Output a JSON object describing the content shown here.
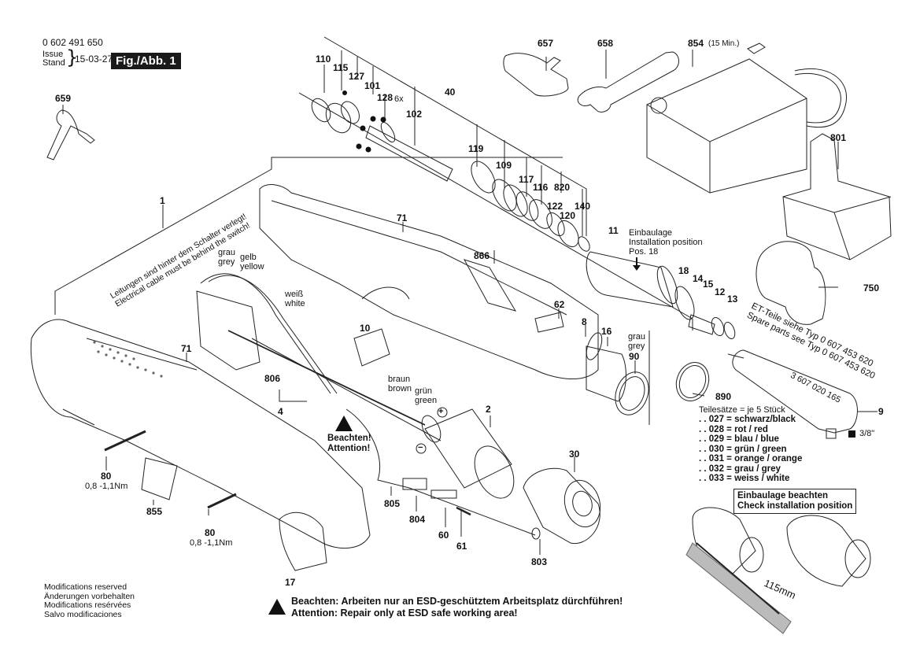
{
  "header": {
    "document_number": "0 602 491 650",
    "issue_label": "Issue",
    "stand_label": "Stand",
    "issue_date": "15-03-27",
    "figure_label": "Fig./Abb. 1"
  },
  "part_labels": {
    "p659": "659",
    "p110": "110",
    "p115": "115",
    "p127": "127",
    "p101": "101",
    "p128": "128",
    "p128_qty": "6x",
    "p102": "102",
    "p40": "40",
    "p119": "119",
    "p109": "109",
    "p117": "117",
    "p116": "116",
    "p820": "820",
    "p122": "122",
    "p120": "120",
    "p140": "140",
    "p657": "657",
    "p658": "658",
    "p854": "854",
    "p854_note": "(15 Min.)",
    "p801": "801",
    "p1": "1",
    "p71a": "71",
    "p71b": "71",
    "p866": "866",
    "p11": "11",
    "p18": "18",
    "p14": "14",
    "p15": "15",
    "p12": "12",
    "p13": "13",
    "p750": "750",
    "p62": "62",
    "p8": "8",
    "p16": "16",
    "p90": "90",
    "p10": "10",
    "p806": "806",
    "p4": "4",
    "p2": "2",
    "p890": "890",
    "p9": "9",
    "p80a": "80",
    "p80b": "80",
    "p855": "855",
    "p30": "30",
    "p805": "805",
    "p804": "804",
    "p60": "60",
    "p61": "61",
    "p803": "803",
    "p17": "17"
  },
  "torque": {
    "screw_a": "0,8 -1,1Nm",
    "screw_b": "0,8 -1,1Nm"
  },
  "wire_notes": {
    "cable_de": "Leitungen sind hinter dem Schalter verlegt!",
    "cable_en": "Electrical cable must be behind the switch!",
    "grau": "grau",
    "grey": "grey",
    "gelb": "gelb",
    "yellow": "yellow",
    "weiss": "weiß",
    "white": "white",
    "braun": "braun",
    "brown": "brown",
    "gruen": "grün",
    "green": "green",
    "plus": "+",
    "minus": "−",
    "attention_de": "Beachten!",
    "attention_en": "Attention!",
    "grau90": "grau",
    "grey90": "grey"
  },
  "install_note": {
    "line1": "Einbaulage",
    "line2": "Installation position",
    "line3": "Pos. 18"
  },
  "spare_parts": {
    "line_de": "ET-Teile siehe   Typ  0 607 453 620",
    "line_en": "Spare parts see Typ  0 607 453 620",
    "part_number": "3 607 020 165",
    "drive_size": "3/8\""
  },
  "part_sets": {
    "title": "Teilesätze = je 5 Stück",
    "items": [
      ". . 027 = schwarz/black",
      ". . 028 = rot / red",
      ". . 029 = blau / blue",
      ". . 030 = grün / green",
      ". . 031 = orange / orange",
      ". . 032 = grau / grey",
      ". . 033 = weiss / white"
    ]
  },
  "check_box": {
    "line1": "Einbaulage beachten",
    "line2": "Check installation position",
    "measure": "115mm"
  },
  "footer": {
    "modifications": [
      "Modifications reserved",
      "Änderungen vorbehalten",
      "Modifications resérvées",
      "Salvo modificaciones"
    ],
    "esd_de": "Beachten:  Arbeiten nur an ESD-geschütztem Arbeitsplatz dürchführen!",
    "esd_en": "Attention:  Repair only at ESD safe working area!"
  }
}
